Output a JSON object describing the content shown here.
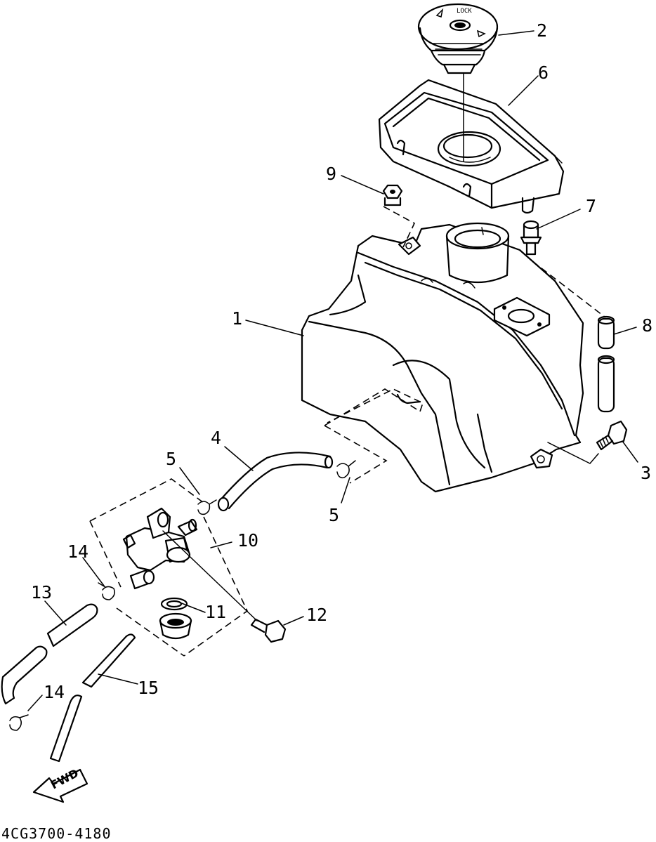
{
  "callouts": {
    "c1": "1",
    "c2": "2",
    "c3": "3",
    "c4": "4",
    "c5a": "5",
    "c5b": "5",
    "c6": "6",
    "c7": "7",
    "c8": "8",
    "c9": "9",
    "c10": "10",
    "c11": "11",
    "c12": "12",
    "c13": "13",
    "c14a": "14",
    "c14b": "14",
    "c15": "15"
  },
  "fwd_label": "FWD",
  "cap_text": "LOCK",
  "diagram_code": "4CG3700-4180"
}
